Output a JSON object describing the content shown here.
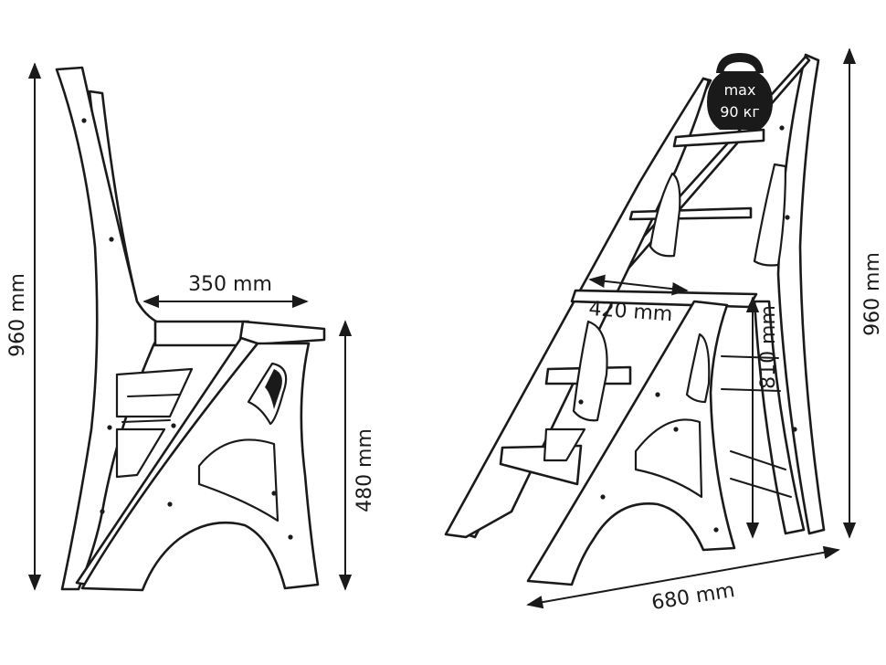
{
  "side_view": {
    "dims": {
      "total_height": "960 mm",
      "seat_depth": "350 mm",
      "seat_height": "480 mm"
    }
  },
  "ladder_view": {
    "dims": {
      "total_height": "960 mm",
      "step_width": "420 mm",
      "upper_height": "810 mm",
      "base_depth": "680 mm"
    },
    "load_badge": {
      "line1": "max",
      "line2": "90 кг"
    }
  },
  "colors": {
    "stroke": "#1a1a1a",
    "background": "#ffffff"
  },
  "icons": [
    "kettlebell-icon",
    "arrow-icon"
  ]
}
